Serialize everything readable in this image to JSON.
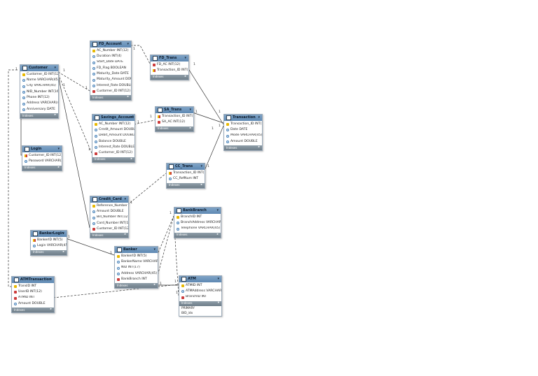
{
  "footer_label": "Indexes",
  "relationships": [
    {
      "from": "Customer",
      "to": "FD_Account",
      "from_card": "1",
      "to_card": "1"
    },
    {
      "from": "Customer",
      "to": "Savings_Account",
      "from_card": "1",
      "to_card": "1"
    },
    {
      "from": "Customer",
      "to": "Login",
      "from_card": "",
      "to_card": ""
    },
    {
      "from": "Customer",
      "to": "Credit_Card",
      "from_card": "",
      "to_card": ""
    },
    {
      "from": "Customer",
      "to": "ATMTransaction",
      "from_card": "1",
      "to_card": ""
    },
    {
      "from": "FD_Account",
      "to": "FD_Trans",
      "from_card": "1",
      "to_card": ""
    },
    {
      "from": "FD_Trans",
      "to": "Transaction",
      "from_card": "1",
      "to_card": "1"
    },
    {
      "from": "Savings_Account",
      "to": "SA_Trans",
      "from_card": "1",
      "to_card": "1"
    },
    {
      "from": "SA_Trans",
      "to": "Transaction",
      "from_card": "1",
      "to_card": "1"
    },
    {
      "from": "Credit_Card",
      "to": "CC_Trans",
      "from_card": "1",
      "to_card": ""
    },
    {
      "from": "CC_Trans",
      "to": "Transaction",
      "from_card": "1",
      "to_card": "1"
    },
    {
      "from": "BankerLogin",
      "to": "Banker",
      "from_card": "1",
      "to_card": "1"
    },
    {
      "from": "Banker",
      "to": "BankBranch",
      "from_card": "",
      "to_card": "1"
    },
    {
      "from": "ATM",
      "to": "BankBranch",
      "from_card": "1",
      "to_card": ""
    },
    {
      "from": "ATMTransaction",
      "to": "ATM",
      "from_card": "",
      "to_card": "1"
    },
    {
      "from": "Banker",
      "to": "ATM",
      "from_card": "1",
      "to_card": ""
    }
  ],
  "tables": [
    {
      "id": "FD_Account",
      "title": "FD_Account",
      "columns": [
        {
          "name": "AC_Number INT(12)",
          "key": "pk"
        },
        {
          "name": "Duration INT(4)",
          "key": "col"
        },
        {
          "name": "Start_Date DATE",
          "key": "col"
        },
        {
          "name": "FD_Flag BOOLEAN",
          "key": "col"
        },
        {
          "name": "Maturity_Date DATE",
          "key": "col"
        },
        {
          "name": "Maturity_Amount DOUBLE",
          "key": "col"
        },
        {
          "name": "Interest_Rate DOUBLE",
          "key": "col"
        },
        {
          "name": "Customer_ID INT(12)",
          "key": "fk"
        }
      ]
    },
    {
      "id": "FD_Trans",
      "title": "FD_Trans",
      "columns": [
        {
          "name": "FD_AC INT(12)",
          "key": "fk"
        },
        {
          "name": "Transaction_ID INT(12)",
          "key": "pkfk"
        }
      ]
    },
    {
      "id": "Customer",
      "title": "Customer",
      "columns": [
        {
          "name": "Customer_ID INT(12)",
          "key": "pk"
        },
        {
          "name": "Name VARCHAR(45)",
          "key": "col"
        },
        {
          "name": "City VARCHAR(45)",
          "key": "col"
        },
        {
          "name": "NID_Number INT(16)",
          "key": "col"
        },
        {
          "name": "Phone INT(12)",
          "key": "col"
        },
        {
          "name": "Address VARCHAR(45)",
          "key": "col"
        },
        {
          "name": "Anniversary DATE",
          "key": "col"
        }
      ]
    },
    {
      "id": "Savings_Account",
      "title": "Savings_Account",
      "columns": [
        {
          "name": "AC_Number INT(12)",
          "key": "pk"
        },
        {
          "name": "Credit_Amount DOUBLE",
          "key": "col"
        },
        {
          "name": "Debit_Amount DOUBLE",
          "key": "col"
        },
        {
          "name": "Balance DOUBLE",
          "key": "col"
        },
        {
          "name": "Interest_Rate DOUBLE",
          "key": "col"
        },
        {
          "name": "Customer_ID INT(12)",
          "key": "fk"
        }
      ]
    },
    {
      "id": "SA_Trans",
      "title": "SA_Trans",
      "columns": [
        {
          "name": "Transaction_ID INT(12)",
          "key": "pkfk"
        },
        {
          "name": "SA_AC INT(12)",
          "key": "fk"
        }
      ]
    },
    {
      "id": "Transaction",
      "title": "Transaction",
      "columns": [
        {
          "name": "Transaction_ID INT(12)",
          "key": "pk"
        },
        {
          "name": "Date DATE",
          "key": "col"
        },
        {
          "name": "Mode VARCHAR(45)",
          "key": "col"
        },
        {
          "name": "Amount DOUBLE",
          "key": "col"
        }
      ]
    },
    {
      "id": "Login",
      "title": "Login",
      "columns": [
        {
          "name": "Customer_ID INT(12)",
          "key": "pkfk"
        },
        {
          "name": "Password VARCHAR(45)",
          "key": "col"
        }
      ]
    },
    {
      "id": "CC_Trans",
      "title": "CC_Trans",
      "columns": [
        {
          "name": "Transaction_ID INT(12)",
          "key": "pkfk"
        },
        {
          "name": "CC_RefNum INT",
          "key": "col"
        }
      ]
    },
    {
      "id": "Credit_Card",
      "title": "Credit_Card",
      "columns": [
        {
          "name": "Reference_Number INT",
          "key": "pk"
        },
        {
          "name": "Amount DOUBLE",
          "key": "col"
        },
        {
          "name": "Bill_Number INT(12)",
          "key": "col"
        },
        {
          "name": "Card_Number INT(12)",
          "key": "col"
        },
        {
          "name": "Customer_ID INT(12)",
          "key": "fk"
        }
      ]
    },
    {
      "id": "BankBranch",
      "title": "BankBranch",
      "columns": [
        {
          "name": "BranchID INT",
          "key": "pk"
        },
        {
          "name": "BranchAddress VARCHAR(45)",
          "key": "col"
        },
        {
          "name": "Telephone VARCHAR(45)",
          "key": "col"
        }
      ]
    },
    {
      "id": "BankerLogin",
      "title": "BankerLogin",
      "columns": [
        {
          "name": "BankerID INT(5)",
          "key": "pkfk"
        },
        {
          "name": "Login VARCHAR(45)",
          "key": "col"
        }
      ]
    },
    {
      "id": "Banker",
      "title": "Banker",
      "columns": [
        {
          "name": "BankerID INT(5)",
          "key": "pk"
        },
        {
          "name": "BankerName VARCHAR(45)",
          "key": "col"
        },
        {
          "name": "NID INT(17)",
          "key": "col"
        },
        {
          "name": "Address VARCHAR(45)",
          "key": "col"
        },
        {
          "name": "BankBranch INT",
          "key": "fk"
        }
      ]
    },
    {
      "id": "ATMTransaction",
      "title": "ATMTransaction",
      "columns": [
        {
          "name": "TransID INT",
          "key": "pk"
        },
        {
          "name": "UserID INT(12)",
          "key": "fk"
        },
        {
          "name": "ATMID INT",
          "key": "fk"
        },
        {
          "name": "Amount DOUBLE",
          "key": "col"
        }
      ]
    },
    {
      "id": "ATM",
      "title": "ATM",
      "columns": [
        {
          "name": "ATMID INT",
          "key": "pk"
        },
        {
          "name": "ATMAddress VARCHAR(45)",
          "key": "col"
        },
        {
          "name": "BranchID INT",
          "key": "fk"
        }
      ],
      "indexes": [
        "PRIMARY",
        "BID_idx"
      ]
    }
  ]
}
